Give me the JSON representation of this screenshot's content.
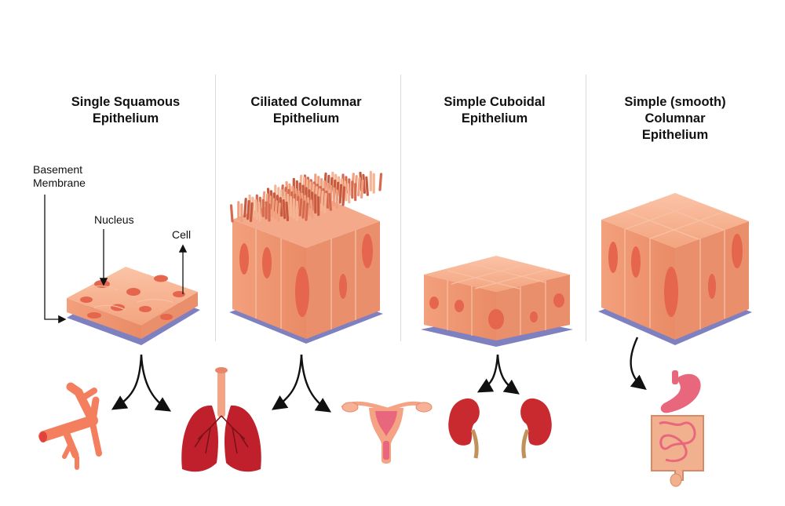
{
  "titles": [
    {
      "line1": "Single Squamous",
      "line2": "Epithelium",
      "line3": ""
    },
    {
      "line1": "Ciliated Columnar",
      "line2": "Epithelium",
      "line3": ""
    },
    {
      "line1": "Simple Cuboidal",
      "line2": "Epithelium",
      "line3": ""
    },
    {
      "line1": "Simple (smooth)",
      "line2": "Columnar",
      "line3": "Epithelium"
    }
  ],
  "labels": {
    "basement_line1": "Basement",
    "basement_line2": "Membrane",
    "nucleus": "Nucleus",
    "cell": "Cell"
  },
  "colors": {
    "cell_light": "#f7b08e",
    "cell_mid": "#f09a78",
    "cell_dark": "#e07c5c",
    "nucleus": "#e0573e",
    "membrane": "#7e80c0",
    "organ_red": "#c0202c",
    "organ_orange": "#f47f5f"
  }
}
